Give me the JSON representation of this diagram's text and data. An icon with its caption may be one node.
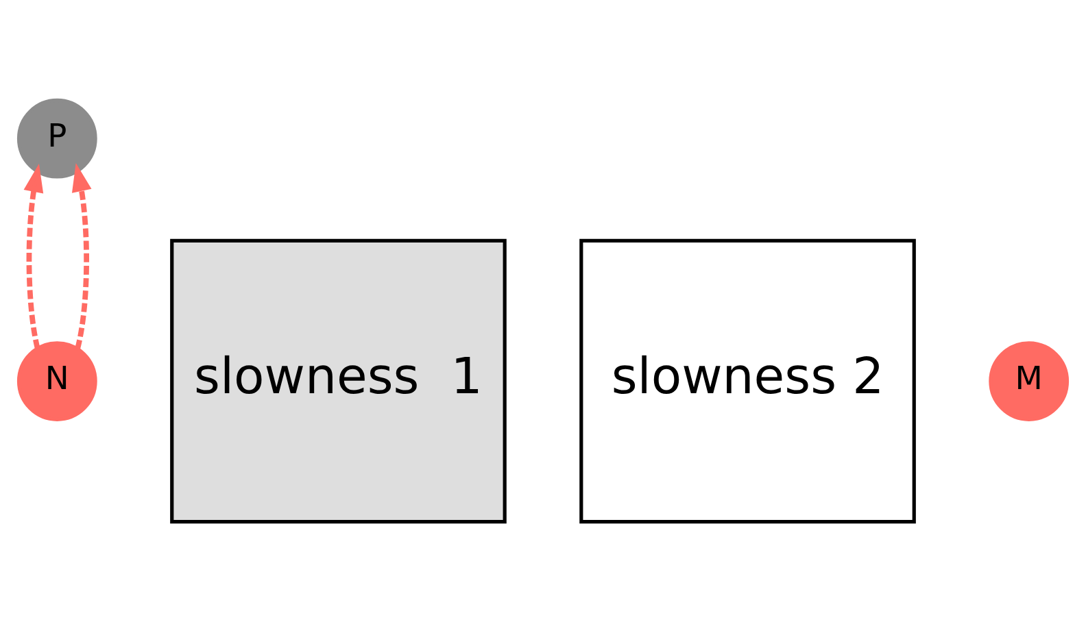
{
  "diagram": {
    "nodes": [
      {
        "text": [
          "P"
        ]
      },
      {
        "text": [
          "slowness  1"
        ]
      },
      {
        "text": [
          "slowness 2"
        ]
      },
      {
        "text": [
          "M"
        ]
      },
      {
        "text": [
          "N"
        ]
      }
    ],
    "edges": [
      {
        "from": 4,
        "to": 0,
        "arrow": "to",
        "style": "dashed"
      },
      {
        "from": 4,
        "to": 0,
        "arrow": "to",
        "style": "dashed"
      }
    ]
  }
}
